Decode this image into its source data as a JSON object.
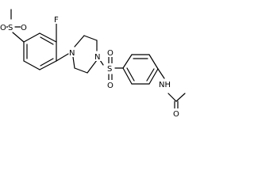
{
  "molecule": {
    "atoms": {
      "sulfonyl_top_o1": "O",
      "sulfonyl_top_s": "S",
      "sulfonyl_top_o2": "O",
      "fluorine": "F",
      "piperazine_n_top": "N",
      "piperazine_n_bottom": "N",
      "sulfonyl_mid_o1": "O",
      "sulfonyl_mid_s": "S",
      "sulfonyl_mid_o2": "O",
      "amide_nh": "NH",
      "amide_o": "O"
    }
  },
  "colors": {
    "bond": "#000000",
    "background": "#ffffff",
    "label": "#000000"
  }
}
